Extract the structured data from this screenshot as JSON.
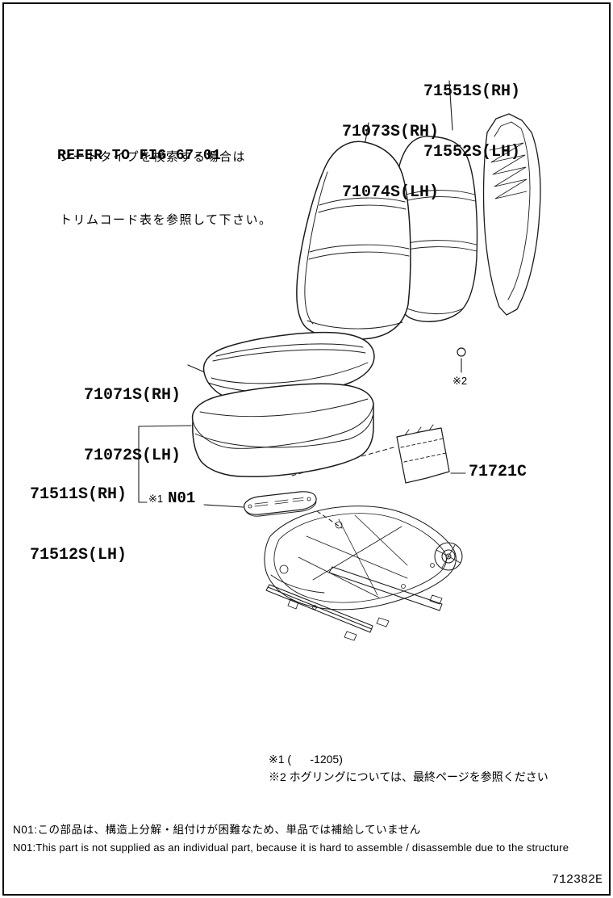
{
  "header_note": {
    "jp_line1": "シートタイプを検索する場合は",
    "jp_line2": "トリムコード表を参照して下さい。",
    "refer": "REFER TO FIG 67-01"
  },
  "labels": {
    "seatback_frame": {
      "line1": "71551S(RH)",
      "line2": "71552S(LH)"
    },
    "seatback_cover": {
      "line1": "71073S(RH)",
      "line2": "71074S(LH)"
    },
    "cushion_cover": {
      "line1": "71071S(RH)",
      "line2": "71072S(LH)"
    },
    "cushion_pad": {
      "line1": "71511S(RH)",
      "line2": "71512S(LH)"
    },
    "shield": "71721C",
    "n01_ref": "※1",
    "n01": "N01",
    "ref2": "※2"
  },
  "footnotes": {
    "f1": "※1 (      -1205)",
    "f2": "※2 ホグリングについては、最終ページを参照ください"
  },
  "bottom_notes": {
    "jp": "N01:この部品は、構造上分解・組付けが困難なため、単品では補給していません",
    "en": "N01:This part is not supplied as an individual part, because it is hard to assemble / disassemble due to the structure"
  },
  "doc_code": "712382E",
  "colors": {
    "line": "#1b1b1b",
    "background": "#ffffff"
  }
}
